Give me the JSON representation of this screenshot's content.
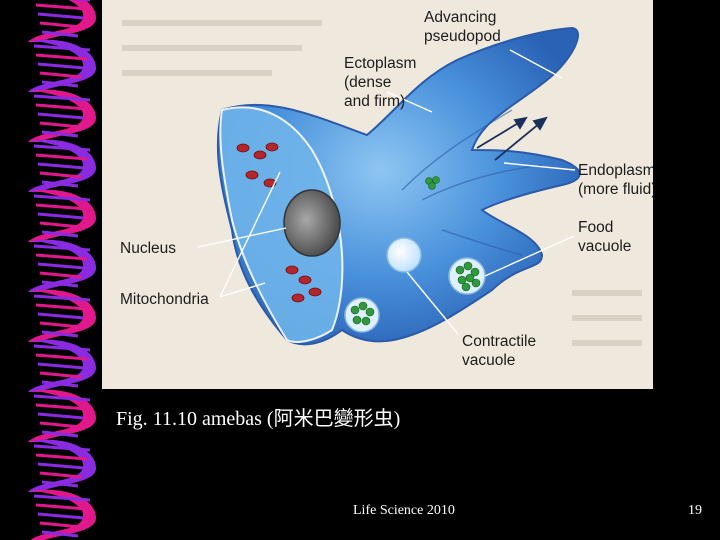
{
  "colors": {
    "background": "#000000",
    "ribbon_magenta": "#e0188c",
    "ribbon_violet": "#8a2be2",
    "cell_blue": "#3f87d6",
    "vacuole_green": "#2e9a3c",
    "mitochondria_red": "#b3262b"
  },
  "figure": {
    "labels": {
      "advancing_pseudopod": [
        "Advancing",
        "pseudopod"
      ],
      "ectoplasm": [
        "Ectoplasm",
        "(dense",
        "and firm)"
      ],
      "endoplasm": [
        "Endoplasm",
        "(more fluid)"
      ],
      "food_vacuole": [
        "Food",
        "vacuole"
      ],
      "nucleus": "Nucleus",
      "mitochondria": "Mitochondria",
      "contractile_vacuole": [
        "Contractile",
        "vacuole"
      ]
    }
  },
  "caption": "Fig. 11.10 amebas (阿米巴變形虫)",
  "footer": "Life Science 2010",
  "page_number": "19"
}
